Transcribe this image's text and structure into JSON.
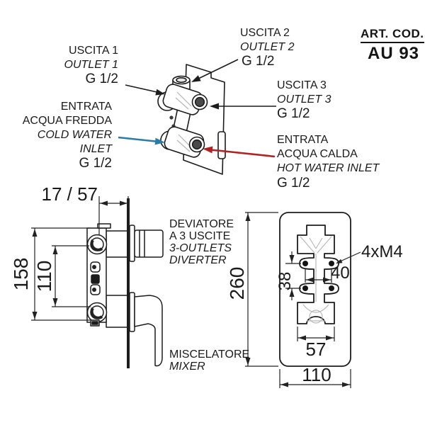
{
  "art_code": {
    "label": "ART. COD.",
    "value": "AU 93"
  },
  "colors": {
    "line": "#1c1c1c",
    "cold_arrow": "#2b7ca3",
    "hot_arrow": "#b22222"
  },
  "connections": {
    "outlet1": {
      "name": "USCITA 1",
      "name_en": "OUTLET 1",
      "thread": "G 1/2"
    },
    "outlet2": {
      "name": "USCITA 2",
      "name_en": "OUTLET 2",
      "thread": "G 1/2"
    },
    "outlet3": {
      "name": "USCITA 3",
      "name_en": "OUTLET 3",
      "thread": "G 1/2"
    },
    "cold_inlet": {
      "line1": "ENTRATA",
      "line2": "ACQUA FREDDA",
      "en_line1": "COLD WATER",
      "en_line2": "INLET",
      "thread": "G 1/2"
    },
    "hot_inlet": {
      "line1": "ENTRATA",
      "line2": "ACQUA CALDA",
      "en_line1": "HOT WATER INLET",
      "thread": "G 1/2"
    }
  },
  "side_view": {
    "dim_depth_range": "17 / 57",
    "dim_body_height": "158",
    "dim_port_centers": "110",
    "diverter_label": {
      "line1": "DEVIATORE",
      "line2": "A 3 USCITE",
      "line3": "3-OUTLETS",
      "line4": "DIVERTER"
    },
    "mixer_label": {
      "line1": "MISCELATORE",
      "line2": "MIXER"
    }
  },
  "front_view": {
    "dim_plate_height": "260",
    "dim_plate_width": "110",
    "dim_cutout_width": "57",
    "dim_holes_horizontal": "40",
    "dim_holes_vertical": "38",
    "screws_label": "4xM4"
  }
}
